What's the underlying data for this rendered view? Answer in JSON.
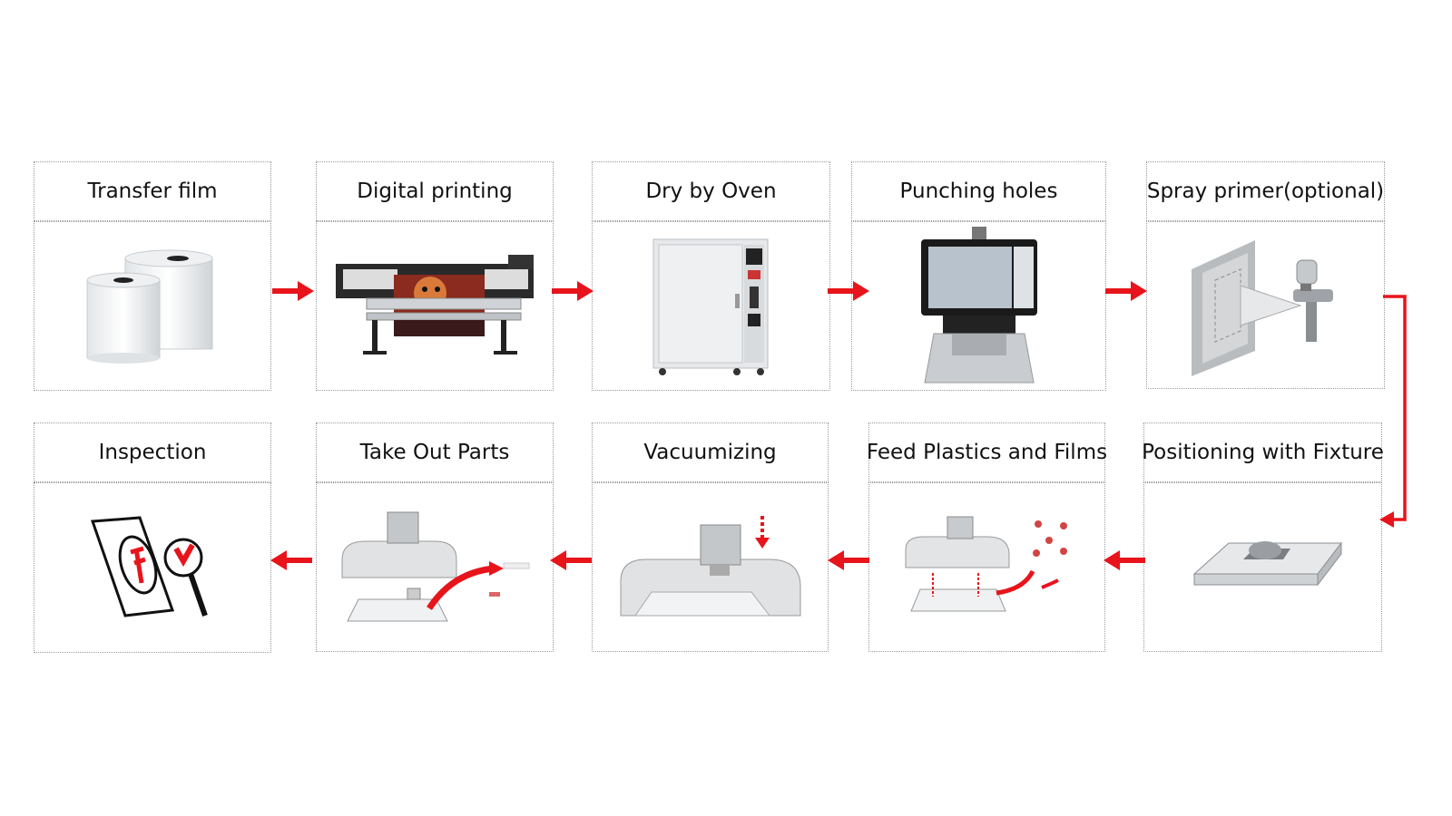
{
  "colors": {
    "arrow": "#e8141b",
    "border": "#9a9a9a"
  },
  "steps": [
    {
      "label": "Transfer film",
      "icon": "film-roll-icon"
    },
    {
      "label": "Digital printing",
      "icon": "printer-icon"
    },
    {
      "label": "Dry by Oven",
      "icon": "oven-icon"
    },
    {
      "label": "Punching holes",
      "icon": "punch-machine-icon"
    },
    {
      "label": "Spray primer(optional)",
      "icon": "spray-gun-icon"
    },
    {
      "label": "Positioning with Fixture",
      "icon": "fixture-icon"
    },
    {
      "label": "Feed Plastics and Films",
      "icon": "feed-machine-icon"
    },
    {
      "label": "Vacuumizing",
      "icon": "vacuum-machine-icon"
    },
    {
      "label": "Take Out Parts",
      "icon": "take-out-machine-icon"
    },
    {
      "label": "Inspection",
      "icon": "magnifier-icon"
    }
  ]
}
